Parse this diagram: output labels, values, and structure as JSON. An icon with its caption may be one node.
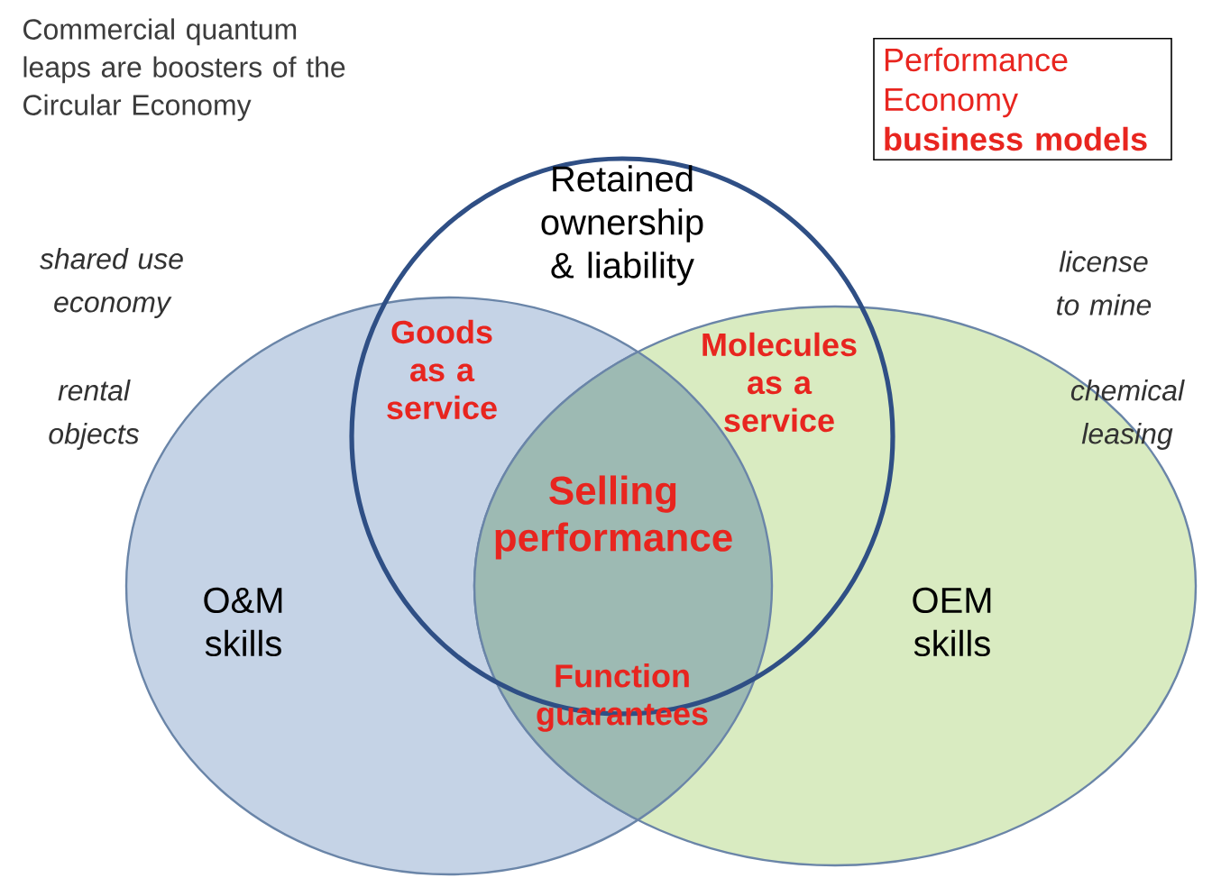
{
  "diagram": {
    "title": "Commercial quantum leaps are boosters of the Circular Economy",
    "nodes": [
      {
        "text": [
          "Retained ownership & liability"
        ]
      },
      {
        "text": [
          "O&M skills"
        ]
      },
      {
        "text": [
          "OEM skills"
        ]
      },
      {
        "text": [
          "Performance Economy **business models**"
        ]
      }
    ],
    "labels": [
      "shared use economy",
      "license to mine",
      "rental objects",
      "chemical leasing",
      "Goods as a service",
      "Molecules as a service",
      "Selling performance",
      "Function guarantees"
    ]
  }
}
